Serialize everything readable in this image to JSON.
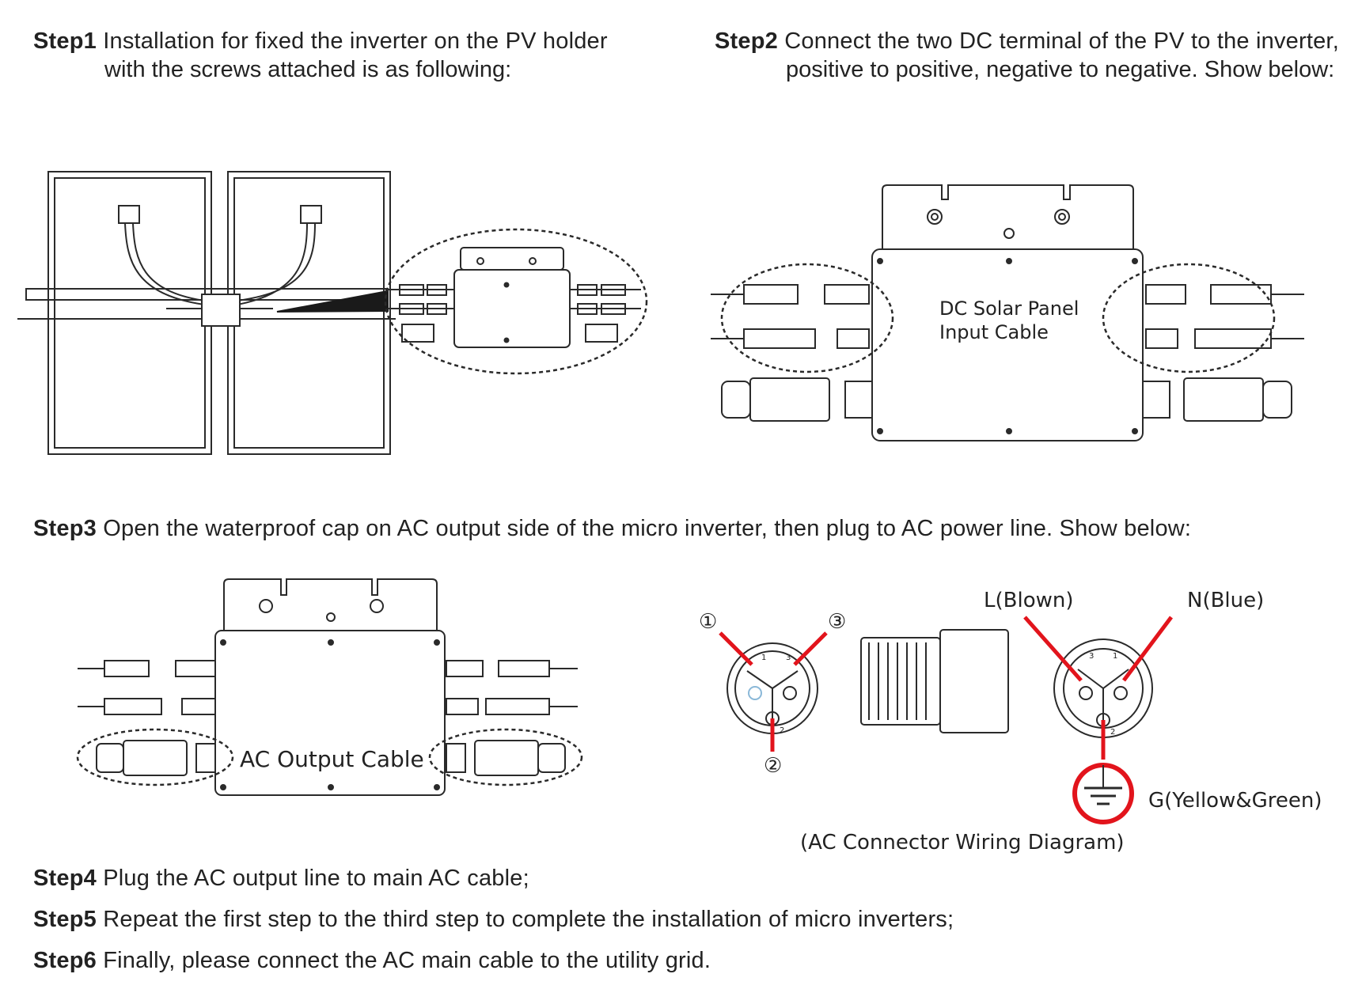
{
  "steps": {
    "step1": {
      "tag": "Step1",
      "line1": "Installation for fixed the inverter on the PV holder",
      "line2": "with the screws attached is as following:"
    },
    "step2": {
      "tag": "Step2",
      "line1": "Connect the two DC terminal of the PV to the inverter,",
      "line2": "positive to positive, negative to negative. Show below:"
    },
    "step3": {
      "tag": "Step3",
      "text": "Open the waterproof cap on AC output side of the micro inverter, then plug to AC power line. Show below:"
    },
    "step4": {
      "tag": "Step4",
      "text": "Plug the AC output line to main AC cable;"
    },
    "step5": {
      "tag": "Step5",
      "text": "Repeat the first step to the third step to complete the installation of micro inverters;"
    },
    "step6": {
      "tag": "Step6",
      "text": "Finally, please connect the AC main cable to the utility grid."
    }
  },
  "figures": {
    "dc_label_line1": "DC Solar Panel",
    "dc_label_line2": "Input Cable",
    "ac_output_label": "AC Output Cable",
    "pin1": "①",
    "pin2": "②",
    "pin3": "③",
    "live_label": "L(Blown)",
    "neutral_label": "N(Blue)",
    "ground_label": "G(Yellow&Green)",
    "wiring_caption": "(AC Connector Wiring Diagram)",
    "pin_numbers": {
      "one": "1",
      "two": "2",
      "three": "3"
    }
  },
  "colors": {
    "accent_red": "#e2141c",
    "line": "#2a2a2a"
  }
}
